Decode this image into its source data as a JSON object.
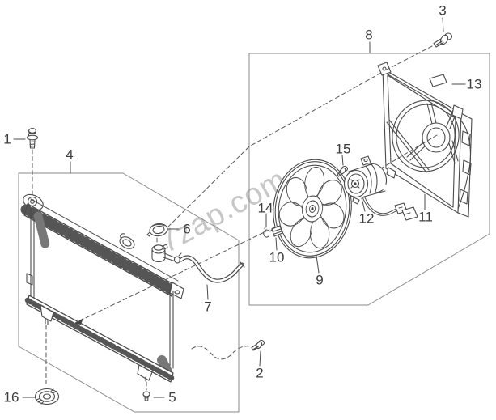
{
  "diagram": {
    "watermark": "7zap.com",
    "callouts": [
      {
        "number": "1"
      },
      {
        "number": "2"
      },
      {
        "number": "3"
      },
      {
        "number": "4"
      },
      {
        "number": "5"
      },
      {
        "number": "6"
      },
      {
        "number": "7"
      },
      {
        "number": "8"
      },
      {
        "number": "9"
      },
      {
        "number": "10"
      },
      {
        "number": "11"
      },
      {
        "number": "12"
      },
      {
        "number": "13"
      },
      {
        "number": "14"
      },
      {
        "number": "15"
      },
      {
        "number": "16"
      }
    ]
  }
}
